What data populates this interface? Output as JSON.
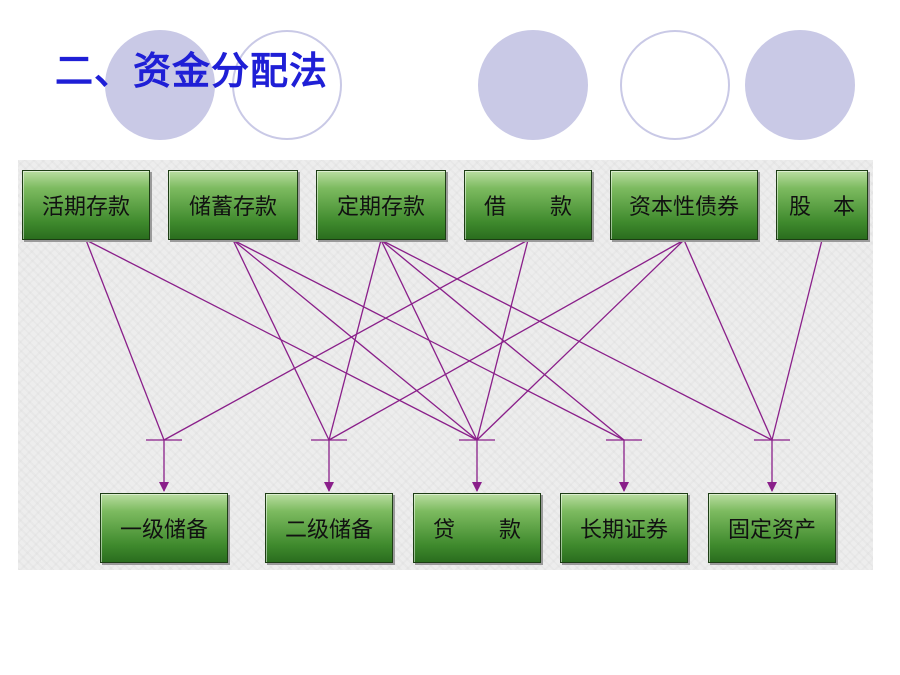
{
  "title": "二、资金分配法",
  "sources": [
    {
      "label": "活期存款"
    },
    {
      "label": "储蓄存款"
    },
    {
      "label": "定期存款"
    },
    {
      "label": "借　　款"
    },
    {
      "label": "资本性债券"
    },
    {
      "label": "股　本"
    }
  ],
  "targets": [
    {
      "label": "一级储备"
    },
    {
      "label": "二级储备"
    },
    {
      "label": "贷　　款"
    },
    {
      "label": "长期证券"
    },
    {
      "label": "固定资产"
    }
  ],
  "links": [
    {
      "from": 0,
      "to": 0
    },
    {
      "from": 0,
      "to": 2
    },
    {
      "from": 1,
      "to": 1
    },
    {
      "from": 1,
      "to": 2
    },
    {
      "from": 1,
      "to": 3
    },
    {
      "from": 2,
      "to": 1
    },
    {
      "from": 2,
      "to": 2
    },
    {
      "from": 2,
      "to": 3
    },
    {
      "from": 2,
      "to": 4
    },
    {
      "from": 3,
      "to": 0
    },
    {
      "from": 3,
      "to": 2
    },
    {
      "from": 4,
      "to": 1
    },
    {
      "from": 4,
      "to": 2
    },
    {
      "from": 4,
      "to": 4
    },
    {
      "from": 5,
      "to": 4
    }
  ],
  "colors": {
    "title": "#1f1fd6",
    "line": "#8a1f8a",
    "box_top": "#b9dda1",
    "box_bottom": "#2a6d1e",
    "circle": "#c9c9e6"
  }
}
